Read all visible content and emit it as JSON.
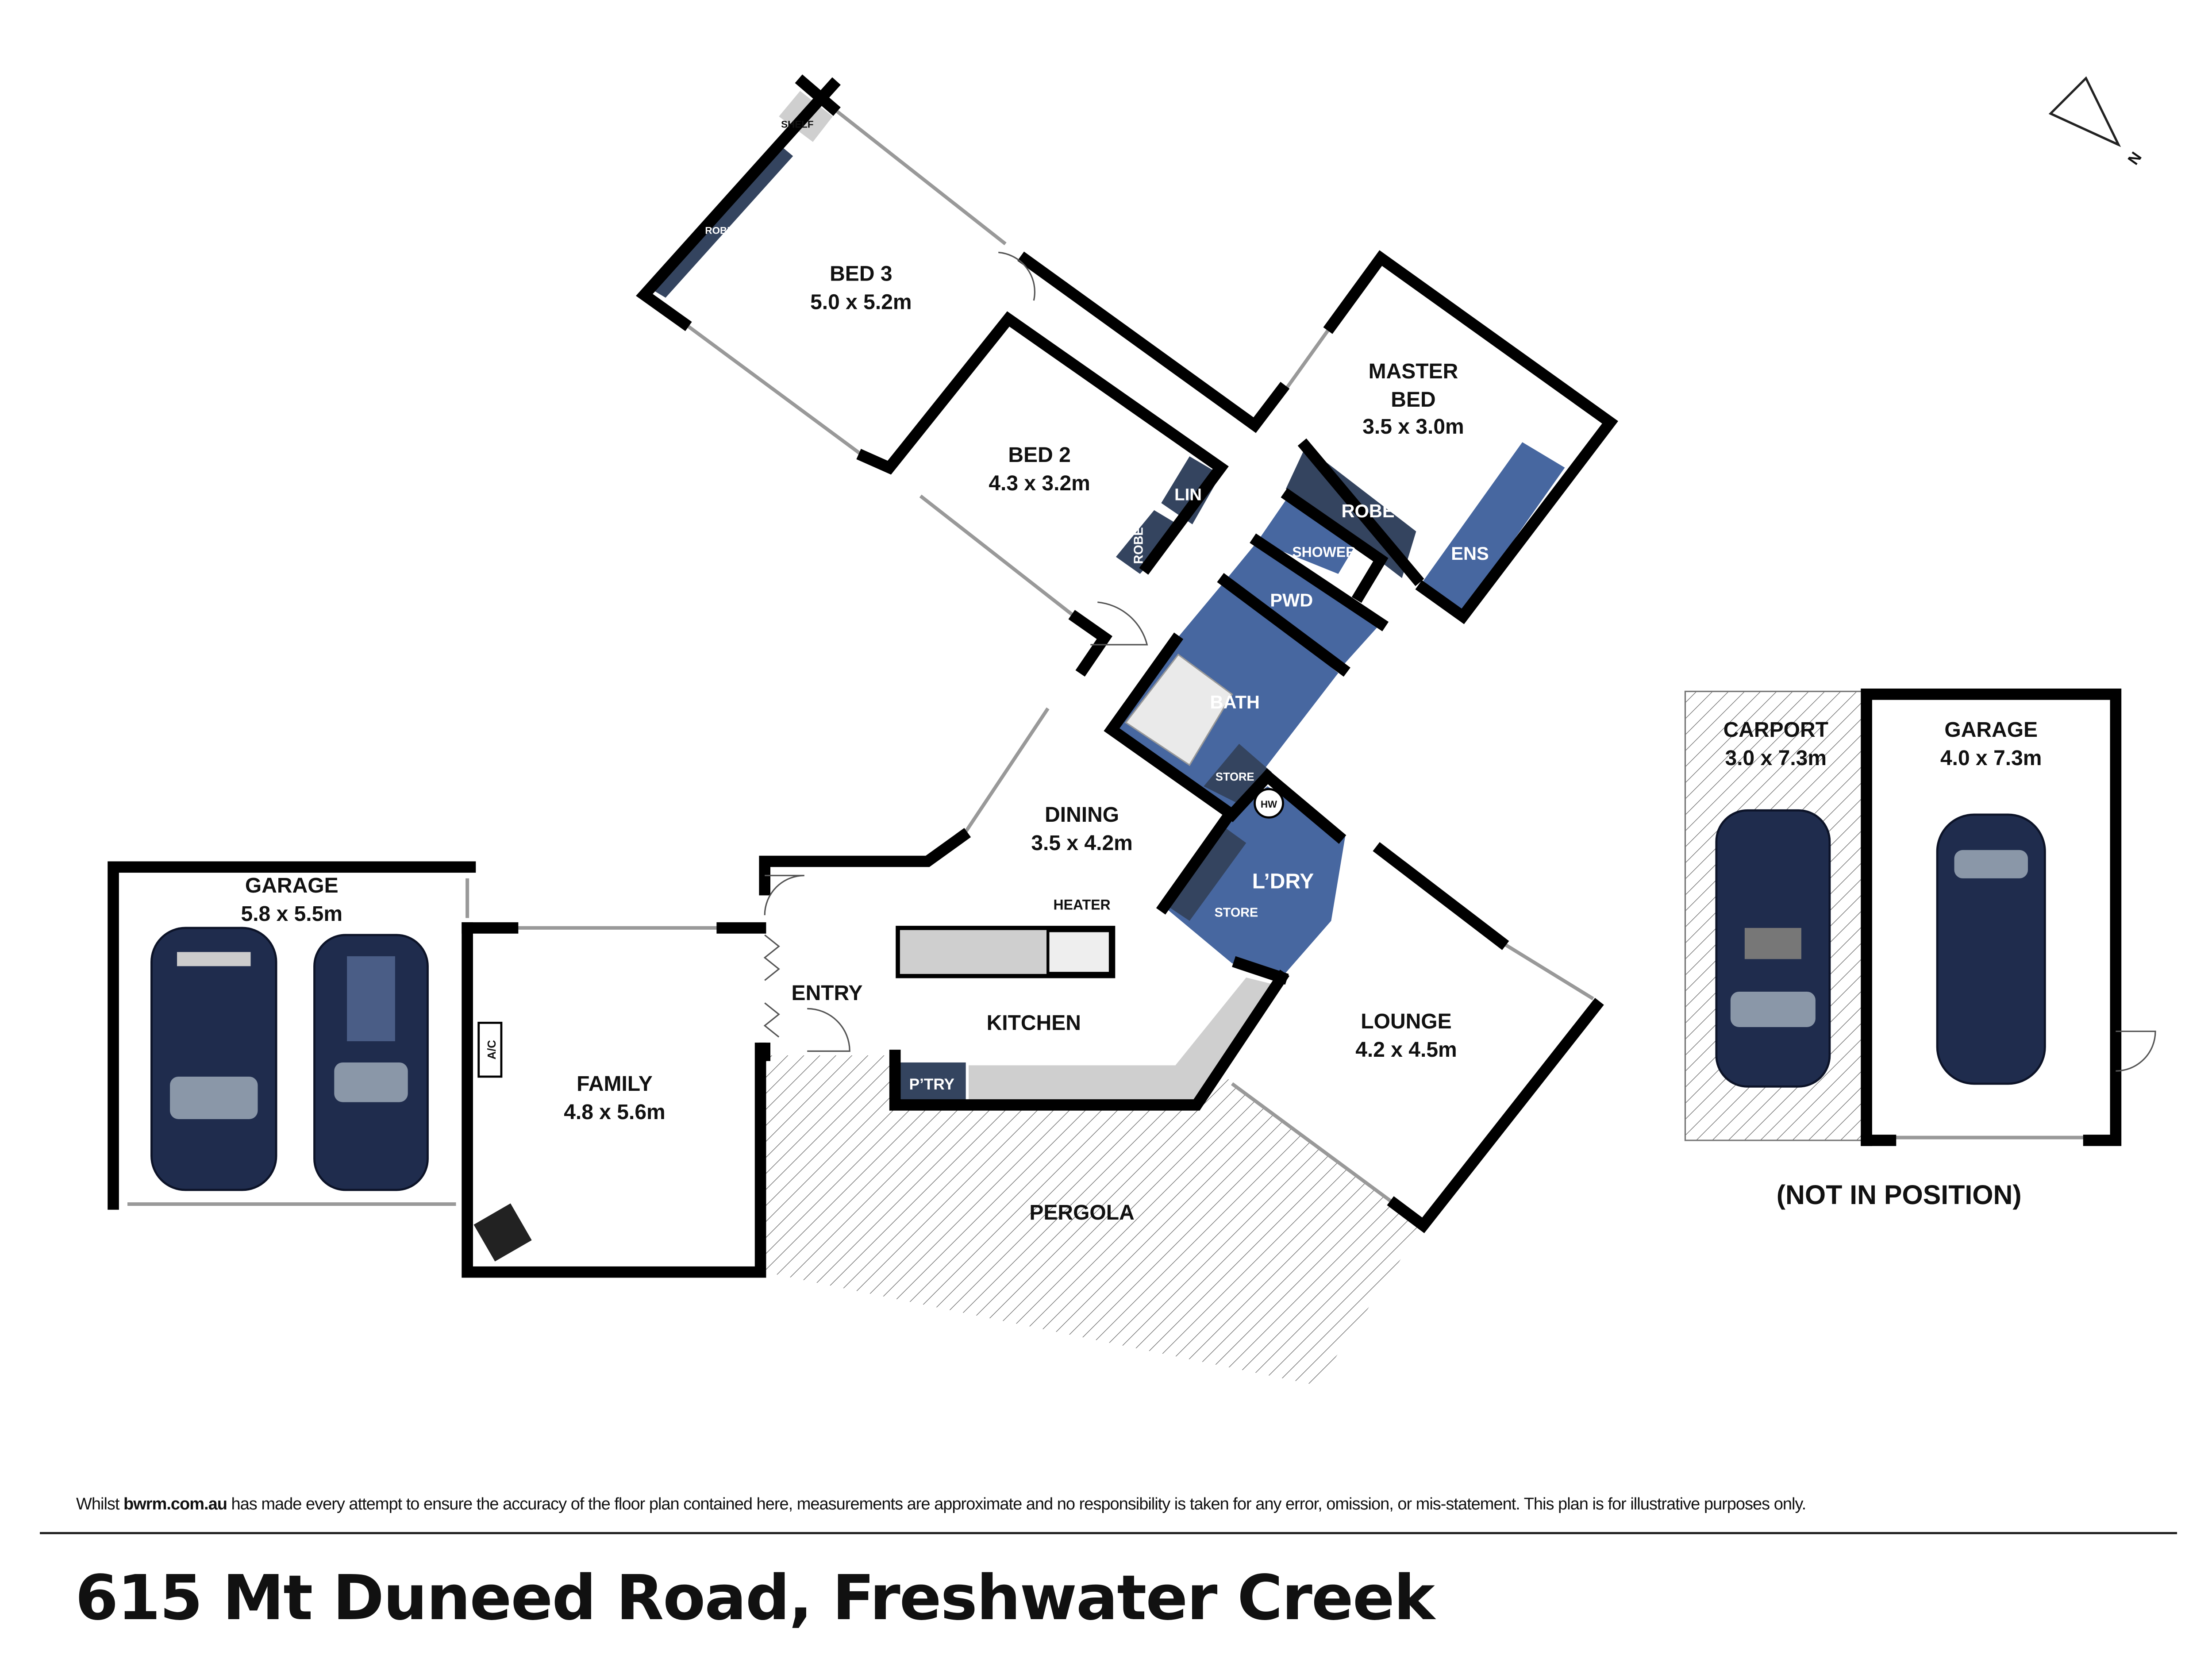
{
  "rooms": {
    "bed3": {
      "name": "BED 3",
      "size": "5.0 x 5.2m"
    },
    "bed2": {
      "name": "BED 2",
      "size": "4.3 x 3.2m"
    },
    "master": {
      "name1": "MASTER",
      "name2": "BED",
      "size": "3.5 x 3.0m"
    },
    "dining": {
      "name": "DINING",
      "size": "3.5 x 4.2m"
    },
    "family": {
      "name": "FAMILY",
      "size": "4.8 x 5.6m"
    },
    "lounge": {
      "name": "LOUNGE",
      "size": "4.2 x 4.5m"
    },
    "garage_main": {
      "name": "GARAGE",
      "size": "5.8 x 5.5m"
    },
    "carport": {
      "name": "CARPORT",
      "size": "3.0 x 7.3m"
    },
    "garage_detached": {
      "name": "GARAGE",
      "size": "4.0 x 7.3m"
    },
    "kitchen": "KITCHEN",
    "entry": "ENTRY",
    "pergola": "PERGOLA",
    "bath": "BATH",
    "pwd": "PWD",
    "shower": "SHOWER",
    "ens": "ENS",
    "laundry": "L’DRY",
    "robe_master": "ROBE",
    "robe_bed2": "ROBE",
    "robe_bed3": "ROBE",
    "lin": "LIN",
    "shelf": "SHELF",
    "store_bath": "STORE",
    "store_laundry": "STORE",
    "pantry": "P’TRY",
    "hw": "HW",
    "heater": "HEATER",
    "ac": "A/C"
  },
  "not_in_position": "(NOT IN POSITION)",
  "compass": {
    "label": "N",
    "icon": "north-arrow-icon"
  },
  "disclaimer": {
    "prefix": "Whilst ",
    "site": "bwrm.com.au",
    "suffix": " has made every attempt to ensure the accuracy of the floor plan contained here, measurements are approximate and no responsibility is taken for any error, omission, or mis-statement. This plan is for illustrative purposes only."
  },
  "address": "615 Mt Duneed Road, Freshwater Creek",
  "colors": {
    "wet_area": "#4767a0",
    "storage": "#34445f",
    "wall": "#000000"
  }
}
